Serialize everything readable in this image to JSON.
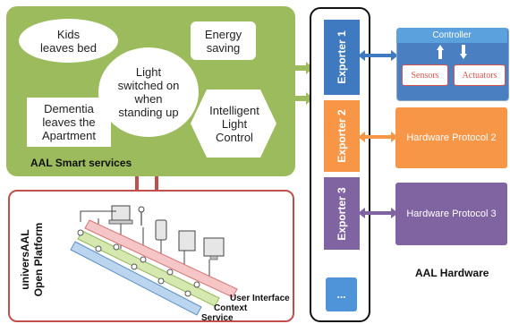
{
  "colors": {
    "services_green": "#9cbb5c",
    "platform_border": "#c0504d",
    "exporter_blue": "#3f7ac0",
    "exporter_orange": "#f79646",
    "exporter_purple": "#8064a2",
    "controller_blue": "#4f93d8"
  },
  "services": {
    "title": "AAL Smart services",
    "kids_line1": "Kids",
    "kids_line2": "leaves bed",
    "energy_line1": "Energy",
    "energy_line2": "saving",
    "light_line1": "Light",
    "light_line2": "switched on",
    "light_line3": "when",
    "light_line4": "standing up",
    "dementia_line1": "Dementia",
    "dementia_line2": "leaves the",
    "dementia_line3": "Apartment",
    "intelligent_line1": "Intelligent",
    "intelligent_line2": "Light",
    "intelligent_line3": "Control"
  },
  "platform": {
    "title_line1": "universAAL",
    "title_line2": "Open Platform",
    "layer_ui": "User Interface",
    "layer_context": "Context",
    "layer_service": "Service"
  },
  "exporters": {
    "e1": "Exporter 1",
    "e2": "Exporter 2",
    "e3": "Exporter 3",
    "more": "..."
  },
  "hardware": {
    "controller": "Controller",
    "sensors": "Sensors",
    "actuators": "Actuators",
    "protocol2": "Hardware Protocol 2",
    "protocol3": "Hardware Protocol 3",
    "label": "AAL Hardware"
  }
}
